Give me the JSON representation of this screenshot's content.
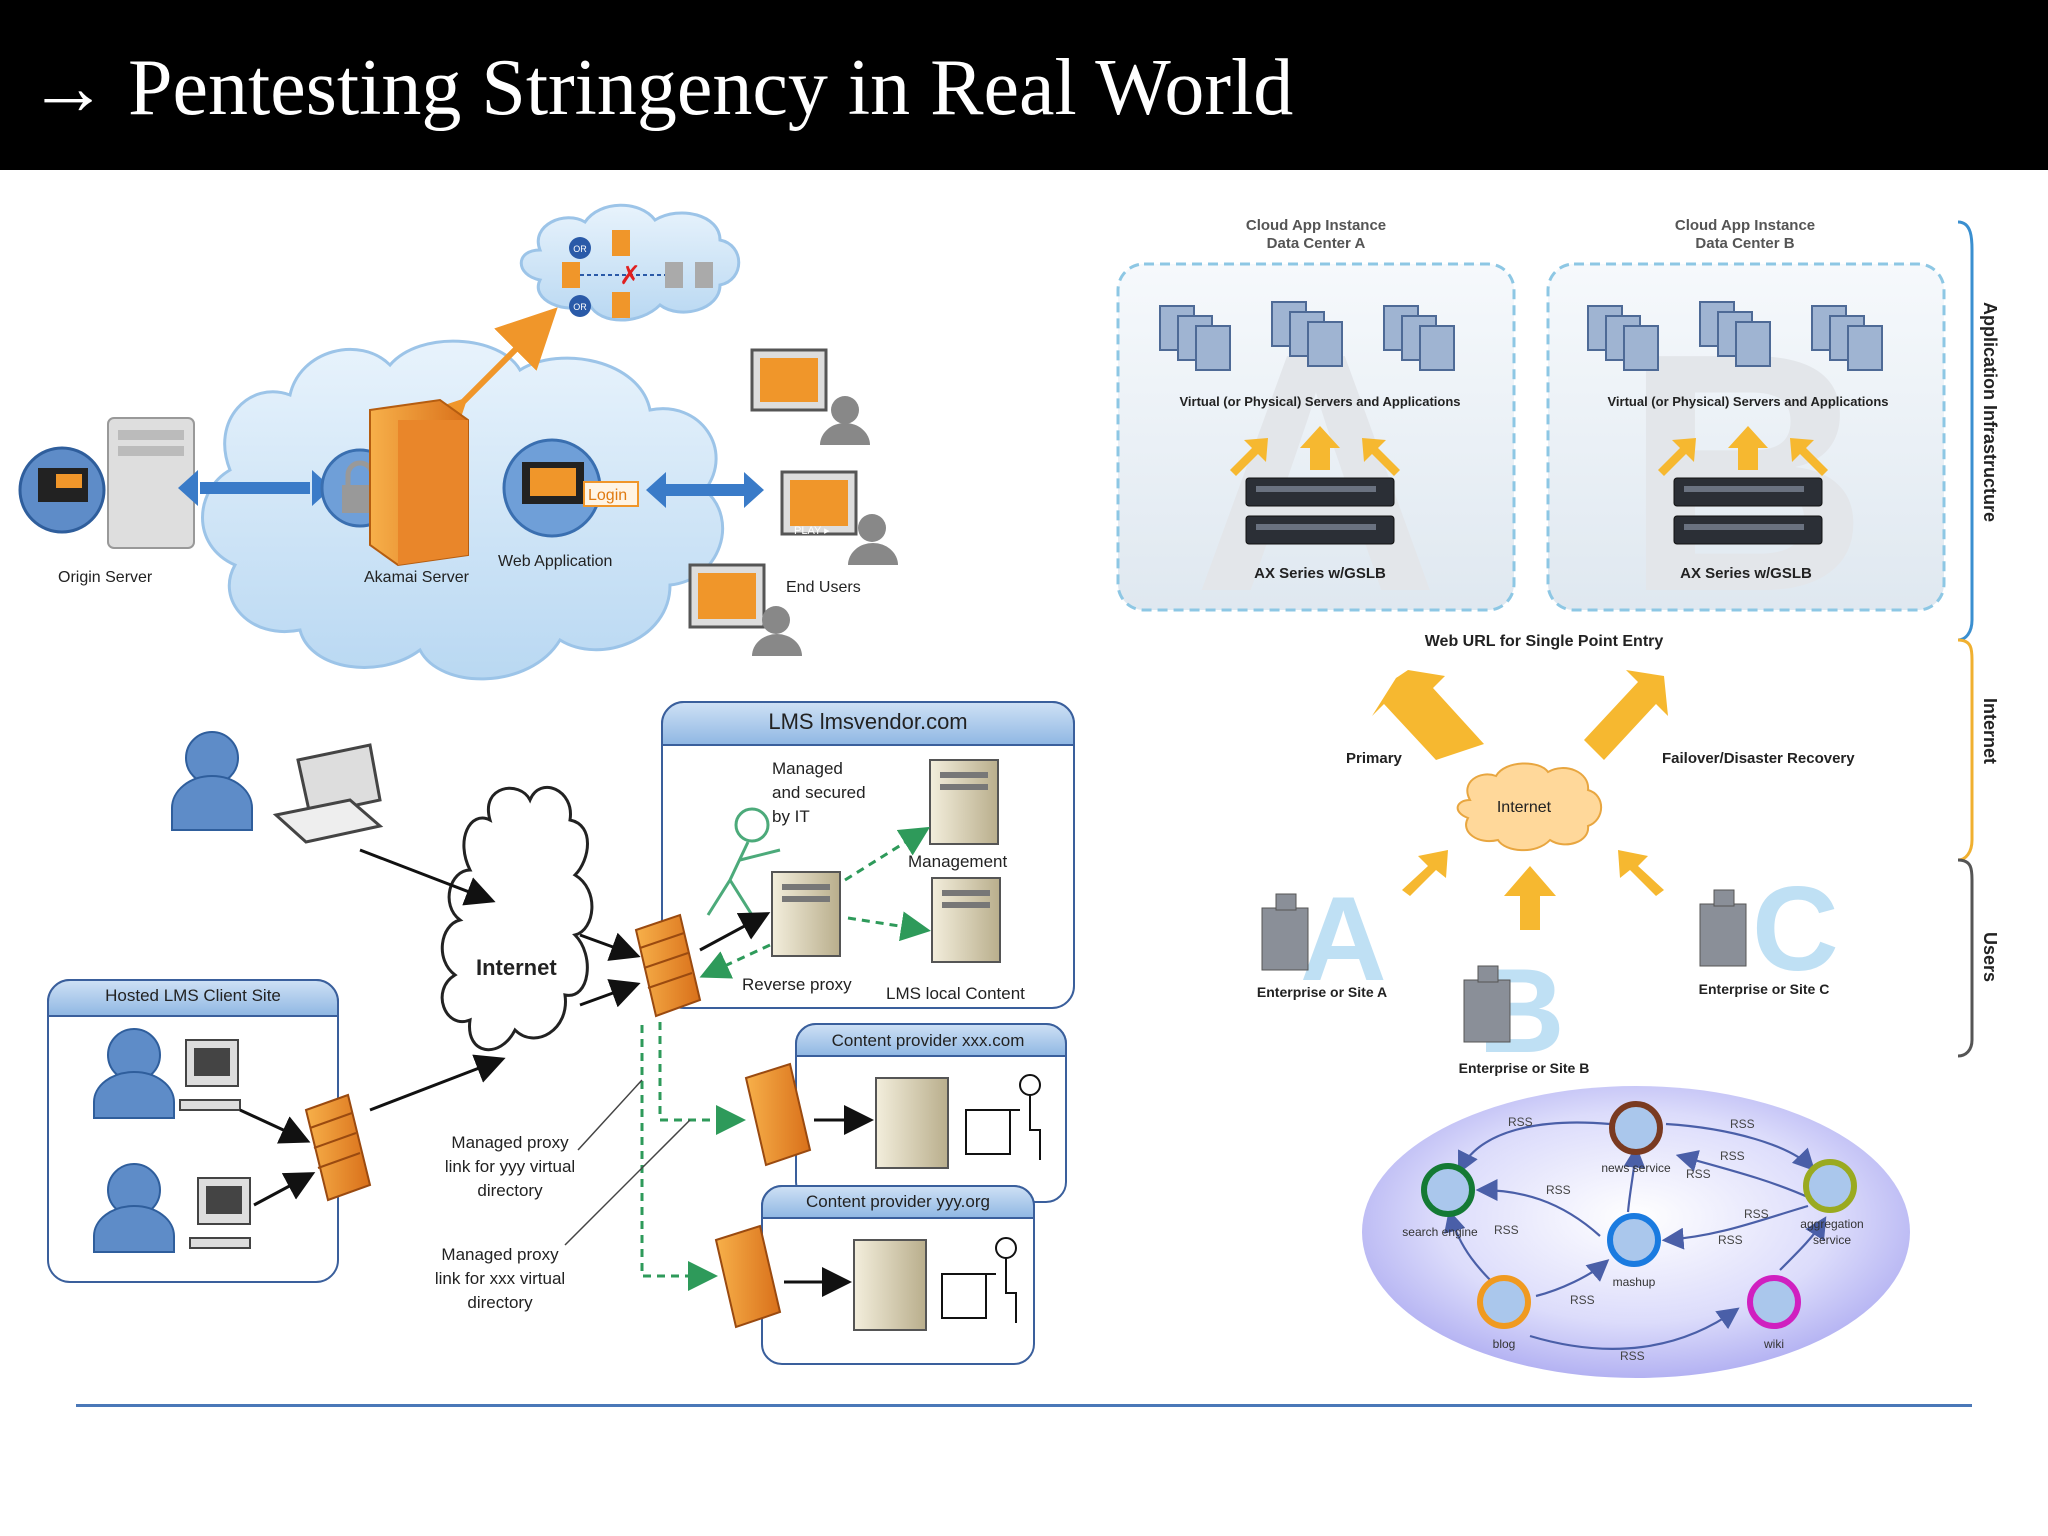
{
  "slide": {
    "title": "→ Pentesting Stringency in Real World"
  },
  "akamai": {
    "origin_server": "Origin Server",
    "akamai_server": "Akamai Server",
    "web_application": "Web Application",
    "end_users": "End Users",
    "login": "Login",
    "play": "PLAY ▸",
    "or_badge": "OR"
  },
  "lms": {
    "vendor_title": "LMS lmsvendor.com",
    "managed_secured": [
      "Managed",
      "and secured",
      "by IT"
    ],
    "management": "Management",
    "reverse_proxy": "Reverse proxy",
    "lms_local_content": "LMS local Content",
    "internet": "Internet",
    "hosted_title": "Hosted LMS Client Site",
    "provider_xxx": "Content provider xxx.com",
    "provider_yyy": "Content provider yyy.org",
    "proxy_yyy": [
      "Managed proxy",
      "link for yyy virtual",
      "directory"
    ],
    "proxy_xxx": [
      "Managed proxy",
      "link for xxx virtual",
      "directory"
    ]
  },
  "gslb": {
    "dc_a_title": [
      "Cloud App Instance",
      "Data Center A"
    ],
    "dc_b_title": [
      "Cloud App Instance",
      "Data Center B"
    ],
    "servers_label": "Virtual (or Physical) Servers and Applications",
    "ax_label": "AX Series w/GSLB",
    "web_url": "Web URL for Single Point Entry",
    "primary": "Primary",
    "failover": "Failover/Disaster Recovery",
    "internet": "Internet",
    "site_a": "Enterprise or Site A",
    "site_b": "Enterprise or Site B",
    "site_c": "Enterprise or Site C",
    "letter_a": "A",
    "letter_b": "B",
    "letter_c": "C",
    "side_app_infra": "Application Infrastructure",
    "side_internet": "Internet",
    "side_users": "Users"
  },
  "rss": {
    "news_service": "news service",
    "search_engine": "search engine",
    "aggregation_service": [
      "aggregation",
      "service"
    ],
    "mashup": "mashup",
    "blog": "blog",
    "wiki": "wiki",
    "rss_label": "RSS"
  },
  "colors": {
    "orange": "#f0962a",
    "blue_arrow": "#3a7bc8",
    "green_dash": "#2e9a5a",
    "cloud_blue": "#cfe4f7",
    "yellow_arrow": "#f6b830",
    "footer_line": "#4a78b8"
  }
}
